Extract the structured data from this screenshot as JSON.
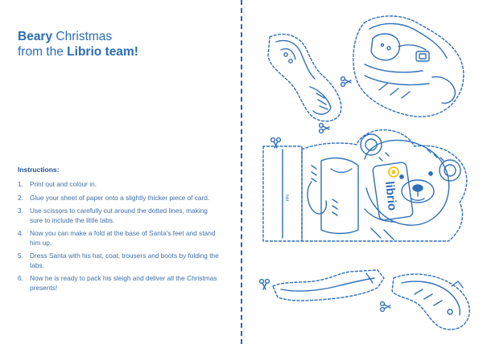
{
  "heading": {
    "line1_bold": "Beary",
    "line1_rest": " Christmas",
    "line2_start": "from the ",
    "line2_bold": "Librio team!"
  },
  "instructions": {
    "title": "Instructions:",
    "steps": [
      {
        "num": "1.",
        "text": "Print out and colour in."
      },
      {
        "num": "2.",
        "text": "Glue your sheet of paper onto a slightly thicker piece of card."
      },
      {
        "num": "3.",
        "text": "Use scissors to carefully cut around the dotted lines, making sure to include the little tabs."
      },
      {
        "num": "4.",
        "text": "Now you can make a fold at the base of Santa's feet and stand him up."
      },
      {
        "num": "5.",
        "text": "Dress Santa with his hat, coat, trousers and boots by folding the tabs."
      },
      {
        "num": "6.",
        "text": "Now he is ready to pack his sleigh and deliver all the Christmas presents!"
      }
    ]
  },
  "cutout": {
    "fold_label": "fold",
    "brand": "librio",
    "line_color": "#2f6fb8",
    "brand_yellow": "#f2c319"
  }
}
